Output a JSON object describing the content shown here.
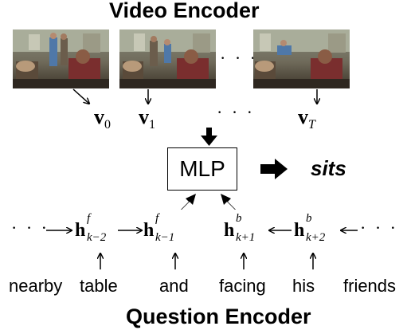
{
  "video_encoder": {
    "title": "Video Encoder",
    "frames": [
      {
        "vector_symbol": "v",
        "vector_subscript": "0"
      },
      {
        "vector_symbol": "v",
        "vector_subscript": "1"
      },
      {
        "vector_symbol": "v",
        "vector_subscript": "T"
      }
    ],
    "frame_ellipsis": "· · ·",
    "vector_ellipsis": "· · ·"
  },
  "mlp": {
    "label": "MLP",
    "output_answer": "sits"
  },
  "question_encoder": {
    "title": "Question Encoder",
    "left_ellipsis": "· · ·",
    "right_ellipsis": "· · ·",
    "hidden_states": [
      {
        "symbol": "h",
        "superscript": "f",
        "subscript": "k−2"
      },
      {
        "symbol": "h",
        "superscript": "f",
        "subscript": "k−1"
      },
      {
        "symbol": "h",
        "superscript": "b",
        "subscript": "k+1"
      },
      {
        "symbol": "h",
        "superscript": "b",
        "subscript": "k+2"
      }
    ],
    "words": [
      "nearby",
      "table",
      "and",
      "facing",
      "his",
      "friends"
    ]
  },
  "colors": {
    "frame_background": "#6f6a5a",
    "frame_person_shirt": "#7a2e2e",
    "frame_blue_shirt": "#4f78a8"
  }
}
